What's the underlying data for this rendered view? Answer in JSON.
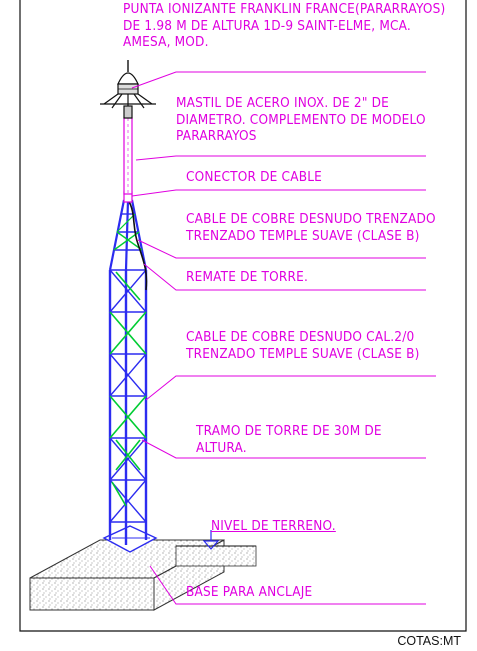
{
  "colors": {
    "annotation": "#e000e0",
    "tower_frame": "#2c2cf0",
    "bracing": "#00cc33",
    "leader_lines": "#e000e0",
    "cable": "#111111",
    "frame_border": "#111111"
  },
  "labels": {
    "punta": [
      "PUNTA IONIZANTE FRANKLIN FRANCE(PARARRAYOS)",
      "DE 1.98 M DE ALTURA  1D-9 SAINT-ELME, MCA.",
      "AMESA, MOD."
    ],
    "mastil": [
      "MASTIL DE ACERO INOX. DE 2\" DE",
      "DIAMETRO. COMPLEMENTO DE MODELO",
      "PARARRAYOS"
    ],
    "conector": [
      "CONECTOR DE CABLE"
    ],
    "cable_trenzado": [
      "CABLE DE COBRE DESNUDO TRENZADO",
      "TRENZADO TEMPLE SUAVE (CLASE B)"
    ],
    "remate": [
      "REMATE DE TORRE."
    ],
    "cable_cal": [
      "CABLE DE COBRE DESNUDO CAL.2/0",
      "TRENZADO TEMPLE SUAVE (CLASE B)"
    ],
    "tramo": [
      "TRAMO DE TORRE DE 30M DE",
      "ALTURA."
    ],
    "nivel": [
      "NIVEL DE TERRENO."
    ],
    "base": [
      "BASE PARA ANCLAJE"
    ]
  },
  "footer": {
    "cotas": "COTAS:MT"
  }
}
